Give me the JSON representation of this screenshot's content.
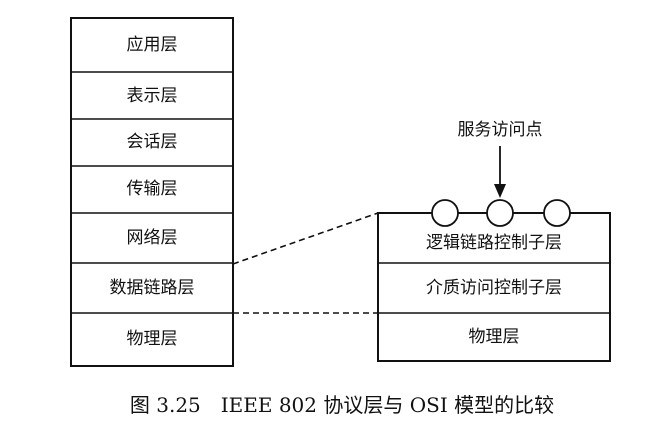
{
  "osi_layers": [
    "应用层",
    "表示层",
    "会话层",
    "传输层",
    "网络层",
    "数据链路层",
    "物理层"
  ],
  "ieee_layers": [
    "逻辑链路控制子层",
    "介质访问控制子层",
    "物理层"
  ],
  "sap_label": "服务访问点",
  "caption": "图 3.25　IEEE 802 协议层与 OSI 模型的比较",
  "colors": {
    "line": "#111111",
    "background": "#ffffff"
  }
}
